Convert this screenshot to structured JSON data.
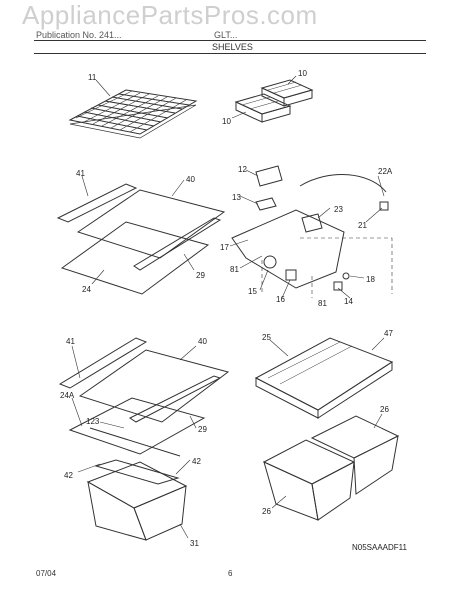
{
  "watermark": "AppliancePartsPros.com",
  "header": {
    "left": "Publication No. 241...",
    "right": "GLT...",
    "section_title": "SHELVES"
  },
  "callouts": {
    "c11": "11",
    "c10a": "10",
    "c10b": "10",
    "c41a": "41",
    "c40a": "40",
    "c29a": "29",
    "c24": "24",
    "c12": "12",
    "c13": "13",
    "c22a": "22A",
    "c23": "23",
    "c21": "21",
    "c17": "17",
    "c81a": "81",
    "c15": "15",
    "c16": "16",
    "c81b": "81",
    "c14": "14",
    "c18": "18",
    "c41b": "41",
    "c40b": "40",
    "c24a": "24A",
    "c123": "123",
    "c29b": "29",
    "c42a": "42",
    "c42b": "42",
    "c31": "31",
    "c25": "25",
    "c47": "47",
    "c26a": "26",
    "c26b": "26"
  },
  "diagram_code": "N05SAAADF11",
  "footer": {
    "date": "07/04",
    "page": "6"
  }
}
